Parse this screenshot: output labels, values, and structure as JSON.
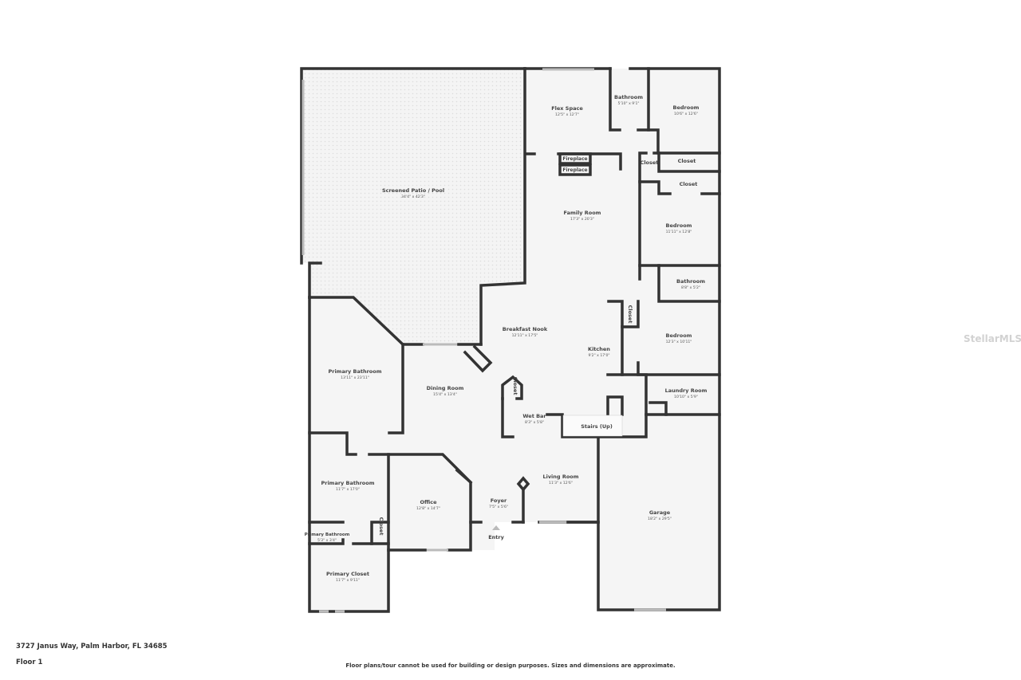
{
  "floor_plan": {
    "rooms": [
      {
        "name": "Screened Patio / Pool",
        "dims": "34'4\" x 42'3\""
      },
      {
        "name": "Flex Space",
        "dims": "12'5\" x 12'7\""
      },
      {
        "name": "Bathroom",
        "dims": "5'10\" x 9'1\""
      },
      {
        "name": "Bedroom",
        "dims": "10'6\" x 12'6\""
      },
      {
        "name": "Closet",
        "dims": ""
      },
      {
        "name": "Closet",
        "dims": ""
      },
      {
        "name": "Closet",
        "dims": ""
      },
      {
        "name": "Family Room",
        "dims": "17'3\" x 20'3\""
      },
      {
        "name": "Bedroom",
        "dims": "11'11\" x 12'8\""
      },
      {
        "name": "Bathroom",
        "dims": "8'8\" x 5'2\""
      },
      {
        "name": "Closet",
        "dims": ""
      },
      {
        "name": "Breakfast Nook",
        "dims": "12'11\" x 17'5\""
      },
      {
        "name": "Kitchen",
        "dims": "9'2\" x 17'0\""
      },
      {
        "name": "Bedroom",
        "dims": "12'3\" x 10'11\""
      },
      {
        "name": "Laundry Room",
        "dims": "10'10\" x 5'9\""
      },
      {
        "name": "Primary Bathroom",
        "dims": "13'11\" x 23'11\""
      },
      {
        "name": "Dining Room",
        "dims": "15'4\" x 13'4\""
      },
      {
        "name": "Closet",
        "dims": ""
      },
      {
        "name": "Wet Bar",
        "dims": "8'3\" x 5'8\""
      },
      {
        "name": "Stairs (Up)",
        "dims": ""
      },
      {
        "name": "Primary Bathroom",
        "dims": "11'7\" x 17'0\""
      },
      {
        "name": "Office",
        "dims": "12'8\" x 14'7\""
      },
      {
        "name": "Foyer",
        "dims": "7'5\" x 5'6\""
      },
      {
        "name": "Living Room",
        "dims": "11'3\" x 12'6\""
      },
      {
        "name": "Garage",
        "dims": "18'2\" x 29'5\""
      },
      {
        "name": "Primary Bathroom",
        "dims": "5'3\" x 3'4\""
      },
      {
        "name": "Closet",
        "dims": ""
      },
      {
        "name": "Primary Closet",
        "dims": "11'7\" x 9'11\""
      }
    ],
    "fixtures": [
      "Fireplace",
      "Fireplace"
    ],
    "entry_label": "Entry"
  },
  "footer": {
    "address": "3727 Janus Way, Palm Harbor, FL 34685",
    "floor": "Floor 1",
    "disclaimer": "Floor plans/tour cannot be used for building or design purposes. Sizes and dimensions are approximate."
  },
  "watermark": "StellarMLS"
}
